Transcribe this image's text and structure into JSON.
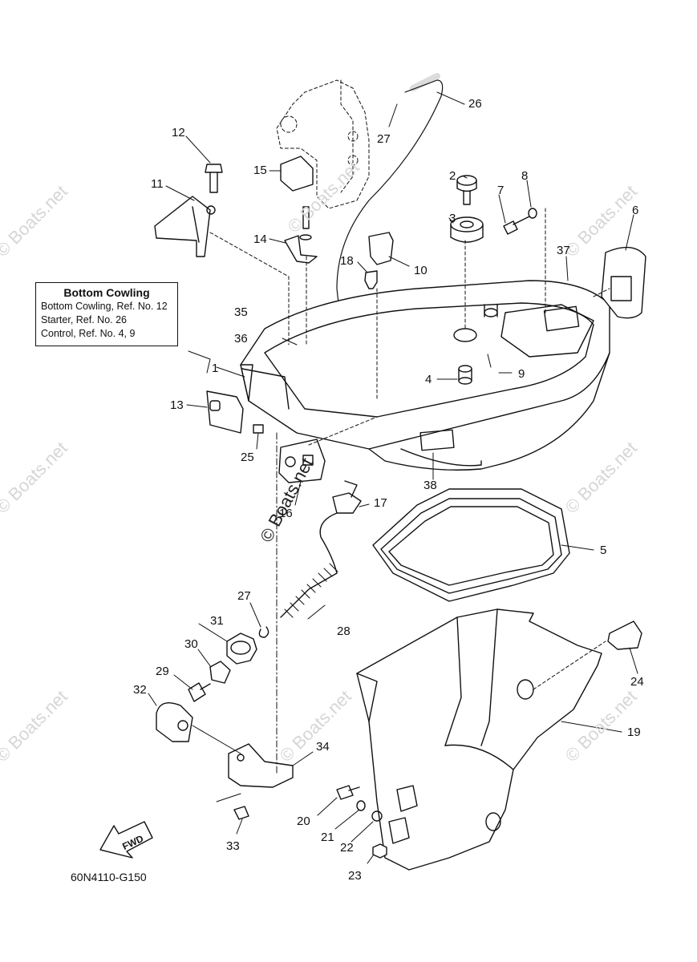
{
  "diagram": {
    "code": "60N4110-G150",
    "fwd_label": "FWD",
    "legend": {
      "title": "Bottom Cowling",
      "rows": [
        "Bottom Cowling,   Ref. No. 12",
        "Starter,   Ref. No. 26",
        "Control,   Ref. No. 4, 9"
      ]
    },
    "watermark": "© Boats.net",
    "labels": [
      "1",
      "2",
      "3",
      "4",
      "5",
      "6",
      "7",
      "8",
      "9",
      "10",
      "11",
      "12",
      "13",
      "14",
      "15",
      "16",
      "17",
      "18",
      "19",
      "20",
      "21",
      "22",
      "23",
      "24",
      "25",
      "26",
      "27",
      "27",
      "28",
      "29",
      "30",
      "31",
      "32",
      "33",
      "34",
      "35",
      "36",
      "37",
      "38"
    ]
  }
}
